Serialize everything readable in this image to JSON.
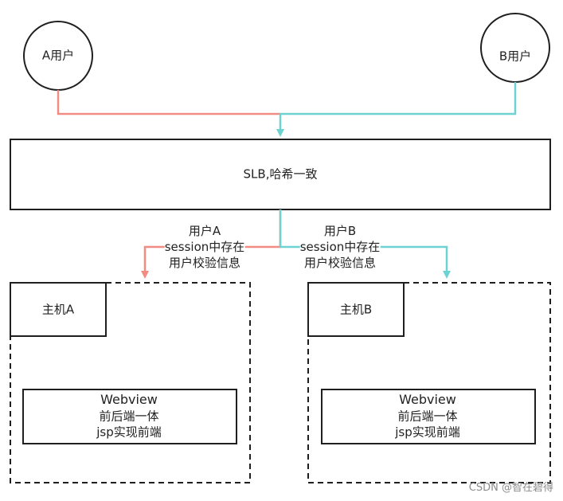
{
  "nodes": {
    "user_a": "A用户",
    "user_b": "B用户",
    "slb": "SLB,哈希一致",
    "host_a": "主机A",
    "host_b": "主机B"
  },
  "edge_labels": {
    "to_host_a": [
      "用户A",
      "session中存在",
      "用户校验信息"
    ],
    "to_host_b": [
      "用户B",
      "session中存在",
      "用户校验信息"
    ]
  },
  "webview": {
    "title": "Webview",
    "line1": "前后端一体",
    "line2": "jsp实现前端"
  },
  "colors": {
    "user_a_path": "#f28b82",
    "user_b_path": "#6cd2d2",
    "stroke": "#1f1f1f"
  },
  "watermark": "CSDN @智在碧得"
}
